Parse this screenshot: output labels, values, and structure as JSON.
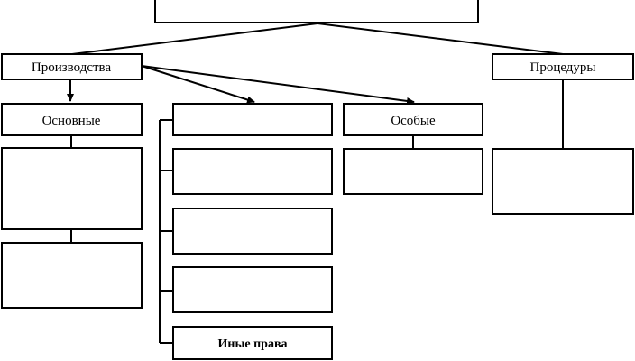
{
  "diagram": {
    "nodes": {
      "top": "",
      "proizvodstva": "Производства",
      "procedury": "Процедуры",
      "osnovnye": "Основные",
      "mid1": "",
      "osobye": "Особые",
      "osn_sub1": "",
      "osn_sub2": "",
      "mid2": "",
      "mid3": "",
      "mid4": "",
      "inye_prava": "Иные права",
      "osob_sub": "",
      "proc_sub": ""
    }
  }
}
